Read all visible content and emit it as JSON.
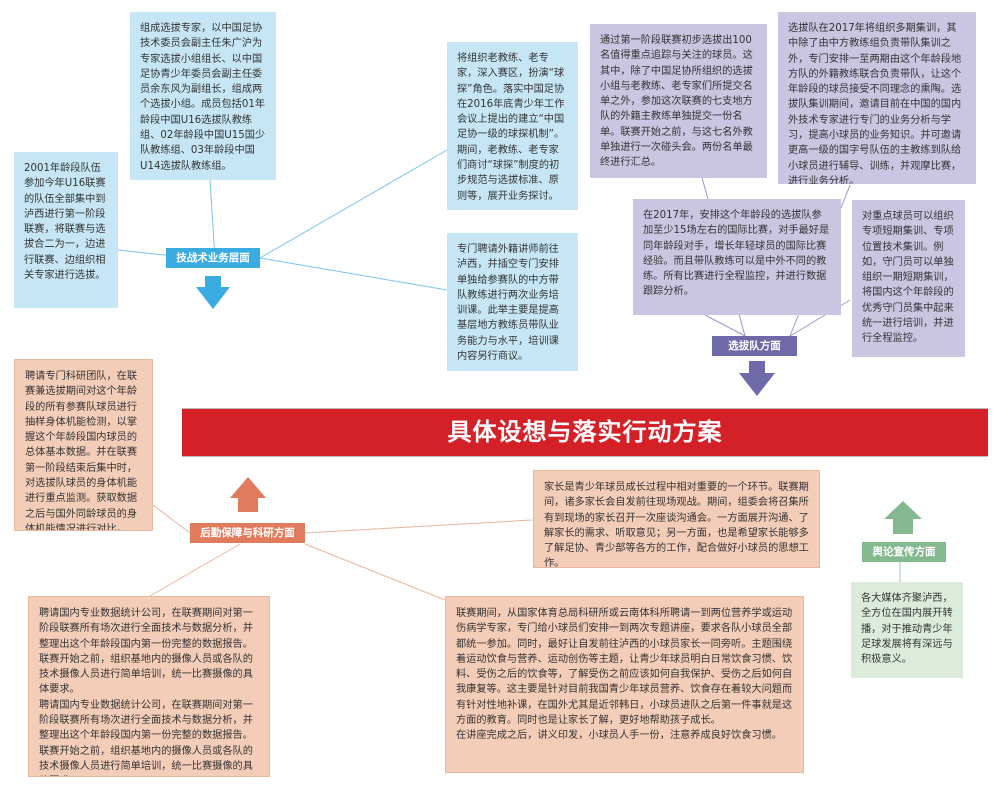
{
  "title": "具体设想与落实行动方案",
  "branches": {
    "tactical": {
      "label": "技战术业务层面",
      "boxes": [
        "组成选拔专家，以中国足协技术委员会副主任朱广沪为专家选拔小组组长、以中国足协青少年委员会副主任委员余东风为副组长，组成两个选拔小组。成员包括01年龄段中国U16选拔队教练组、02年龄段中国U15国少队教练组、03年龄段中国U14选拔队教练组。",
        "2001年龄段队伍参加今年U16联赛的队伍全部集中到泸西进行第一阶段联赛，将联赛与选拔合二为一，边进行联赛、边组织相关专家进行选拔。",
        "将组织老教练、老专家，深入赛区，扮演“球探”角色。落实中国足协在2016年底青少年工作会议上提出的建立“中国足协一级的球探机制”。期间，老教练、老专家们商讨“球探”制度的初步规范与选拔标准、原则等，展开业务探讨。",
        "专门聘请外籍讲师前往泸西，并插空专门安排单独给参赛队的中方带队教练进行两次业务培训课。此举主要是提高基层地方教练员带队业务能力与水平，培训课内容另行商议。"
      ]
    },
    "selection": {
      "label": "选拔队方面",
      "boxes": [
        "通过第一阶段联赛初步选拔出100名值得重点追踪与关注的球员。这其中，除了中国足协所组织的选拔小组与老教练、老专家们所提交名单之外，参加这次联赛的七支地方队的外籍主教练单独提交一份名单。联赛开始之前，与这七名外教单独进行一次碰头会。两份名单最终进行汇总。",
        "选拔队在2017年将组织多期集训，其中除了由中方教练组负责带队集训之外，专门安排一至两期由这个年龄段地方队的外籍教练联合负责带队，让这个年龄段的球员接受不同理念的熏陶。选拔队集训期间，邀请目前在中国的国内外技术专家进行专门的业务分析与学习，提高小球员的业务知识。并可邀请更高一级的国字号队伍的主教练到队给小球员进行辅导、训练，并观摩比赛，进行业务分析。",
        "在2017年，安排这个年龄段的选拔队参加至少15场左右的国际比赛，对手最好是同年龄段对手，增长年轻球员的国际比赛经验。而且带队教练可以是中外不同的教练。所有比赛进行全程监控，并进行数据跟踪分析。",
        "对重点球员可以组织专项短期集训、专项位置技术集训。例如，守门员可以单独组织一期短期集训，将国内这个年龄段的优秀守门员集中起来统一进行培训，并进行全程监控。"
      ]
    },
    "logistics": {
      "label": "后勤保障与科研方面",
      "boxes": [
        "聘请专门科研团队，在联赛兼选拔期间对这个年龄段的所有参赛队球员进行抽样身体机能检测，以掌握这个年龄段国内球员的总体基本数据。并在联赛第一阶段结束后集中时，对选拔队球员的身体机能进行重点监测。获取数据之后与国外同龄球员的身体机能情况进行对比。",
        "家长是青少年球员成长过程中相对重要的一个环节。联赛期间，诸多家长会自发前往现场观战。期间，组委会将召集所有到现场的家长召开一次座谈沟通会。一方面展开沟通、了解家长的需求、听取意见；另一方面，也是希望家长能够多了解足协、青少部等各方的工作，配合做好小球员的思想工作。",
        "聘请国内专业数据统计公司，在联赛期间对第一阶段联赛所有场次进行全面技术与数据分析，并整理出这个年龄段国内第一份完整的数据报告。联赛开始之前，组织基地内的摄像人员或各队的技术摄像人员进行简单培训，统一比赛摄像的具体要求。\n聘请国内专业数据统计公司，在联赛期间对第一阶段联赛所有场次进行全面技术与数据分析，并整理出这个年龄段国内第一份完整的数据报告。联赛开始之前，组织基地内的摄像人员或各队的技术摄像人员进行简单培训，统一比赛摄像的具体要求。",
        "联赛期间，从国家体育总局科研所或云南体科所聘请一到两位营养学或运动伤病学专家，专门给小球员们安排一到两次专题讲座，要求各队小球员全部都统一参加。同时，最好让自发前往泸西的小球员家长一同旁听。主题围绕着运动饮食与营养、运动创伤等主题，让青少年球员明白日常饮食习惯、饮料、受伤之后的饮食等，了解受伤之前应该如何自我保护、受伤之后如何自我康复等。这主要是针对目前我国青少年球员营养、饮食存在着较大问题而有针对性地补课，在国外尤其是近邻韩日，小球员进队之后第一件事就是这方面的教育。同时也是让家长了解，更好地帮助孩子成长。\n在讲座完成之后，讲义印发，小球员人手一份，注意养成良好饮食习惯。"
      ]
    },
    "publicity": {
      "label": "舆论宣传方面",
      "boxes": [
        "各大媒体齐聚泸西，全方位在国内展开转播，对于推动青少年足球发展将有深远与积极意义。"
      ]
    }
  },
  "colors": {
    "title_bar": "#d42027",
    "blue_box": "#c6e6f5",
    "blue_node": "#3aace2",
    "purple_box": "#cac6e2",
    "purple_node": "#6e69a9",
    "salmon_box": "#f4cdb8",
    "salmon_node": "#e07b5e",
    "green_box": "#dcebdc",
    "green_node": "#84b990"
  }
}
